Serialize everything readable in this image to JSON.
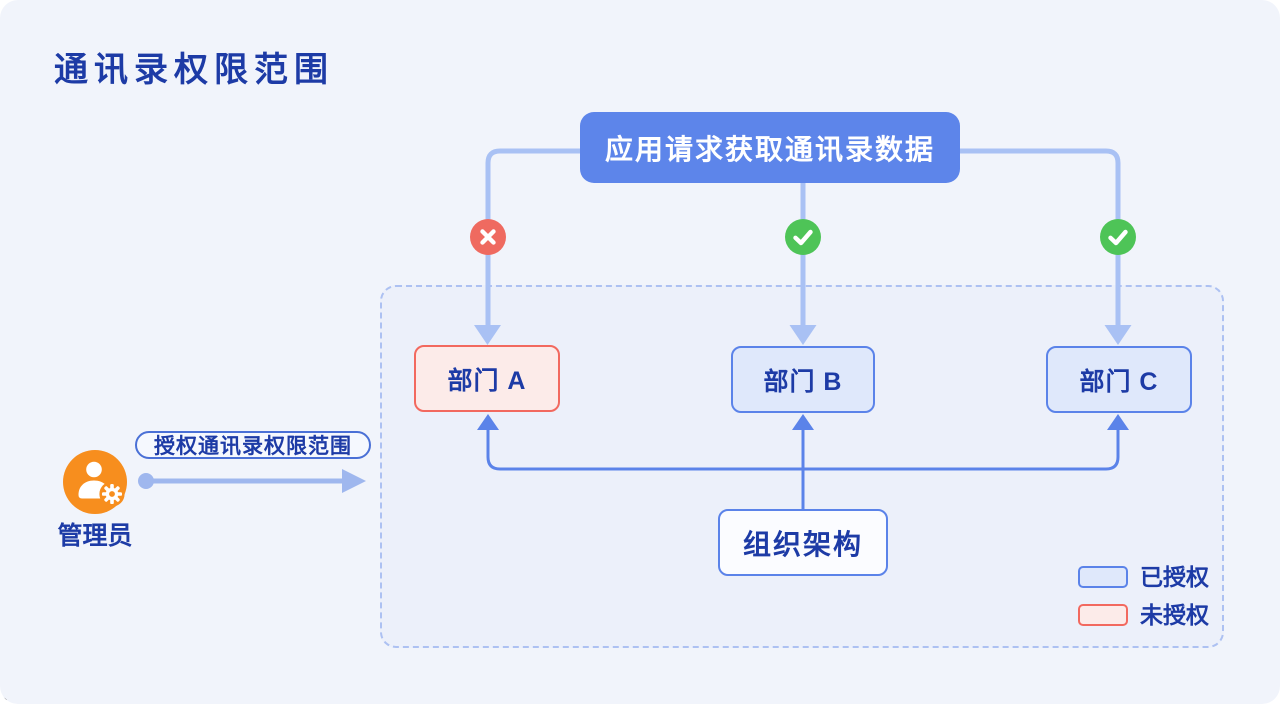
{
  "title": "通讯录权限范围",
  "app_request": {
    "label": "应用请求获取通讯录数据"
  },
  "departments": [
    {
      "label": "部门 A",
      "status": "unauthorized",
      "status_icon": "x-circle-icon"
    },
    {
      "label": "部门 B",
      "status": "authorized",
      "status_icon": "check-circle-icon"
    },
    {
      "label": "部门 C",
      "status": "authorized",
      "status_icon": "check-circle-icon"
    }
  ],
  "organization": {
    "label": "组织架构"
  },
  "admin": {
    "label": "管理员",
    "action_label": "授权通讯录权限范围",
    "icon": "user-gear-icon"
  },
  "legend": [
    {
      "label": "已授权",
      "swatch": "authorized-blue"
    },
    {
      "label": "未授权",
      "swatch": "unauthorized-red"
    }
  ],
  "colors": {
    "page_bg": "#f1f4fb",
    "container_bg": "#ecf0fa",
    "text_navy": "#1d3ba6",
    "app_box_blue": "#5d85ea",
    "connector_light": "#a9c1f4",
    "connector_dark": "#5b83e9",
    "denied_red": "#f2695f",
    "denied_fill": "#fcebe9",
    "granted_green": "#4ec457",
    "authorized_fill": "#dfe8fb",
    "admin_orange": "#f78e1e",
    "dashed_border": "#adc1f2"
  }
}
